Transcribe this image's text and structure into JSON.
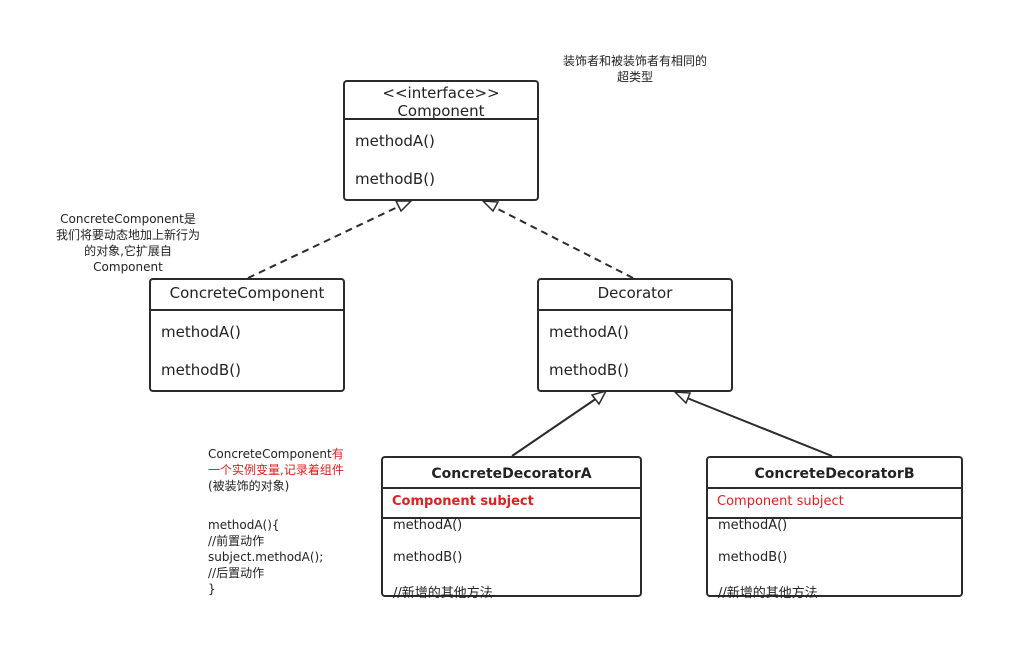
{
  "note_supertype": {
    "line1": "装饰者和被装饰者有相同的",
    "line2": "超类型"
  },
  "note_concrete_component": {
    "lines": [
      "ConcreteComponent是",
      "我们将要动态地加上新行为",
      "的对象,它扩展自",
      "Component"
    ]
  },
  "note_decorator_a": {
    "line1_black": "ConcreteComponent",
    "line1_red": "有",
    "line2_red": "一个实例变量,记录着组件",
    "line3": "(被装饰的对象)",
    "code": [
      "methodA(){",
      "//前置动作",
      "subject.methodA();",
      "//后置动作",
      "}"
    ]
  },
  "component": {
    "stereotype": "<<interface>>",
    "name": "Component",
    "methods": [
      "methodA()",
      "methodB()"
    ]
  },
  "concrete_component": {
    "name": "ConcreteComponent",
    "methods": [
      "methodA()",
      "methodB()"
    ]
  },
  "decorator": {
    "name": "Decorator",
    "methods": [
      "methodA()",
      "methodB()"
    ]
  },
  "concrete_decorator_a": {
    "name": "ConcreteDecoratorA",
    "field": "Component subject",
    "methods": [
      "methodA()",
      "methodB()",
      "//新增的其他方法"
    ]
  },
  "concrete_decorator_b": {
    "name": "ConcreteDecoratorB",
    "field": "Component subject",
    "methods": [
      "methodA()",
      "methodB()",
      "//新增的其他方法"
    ]
  },
  "colors": {
    "line": "#2b2b2b",
    "highlight": "#e02020"
  }
}
